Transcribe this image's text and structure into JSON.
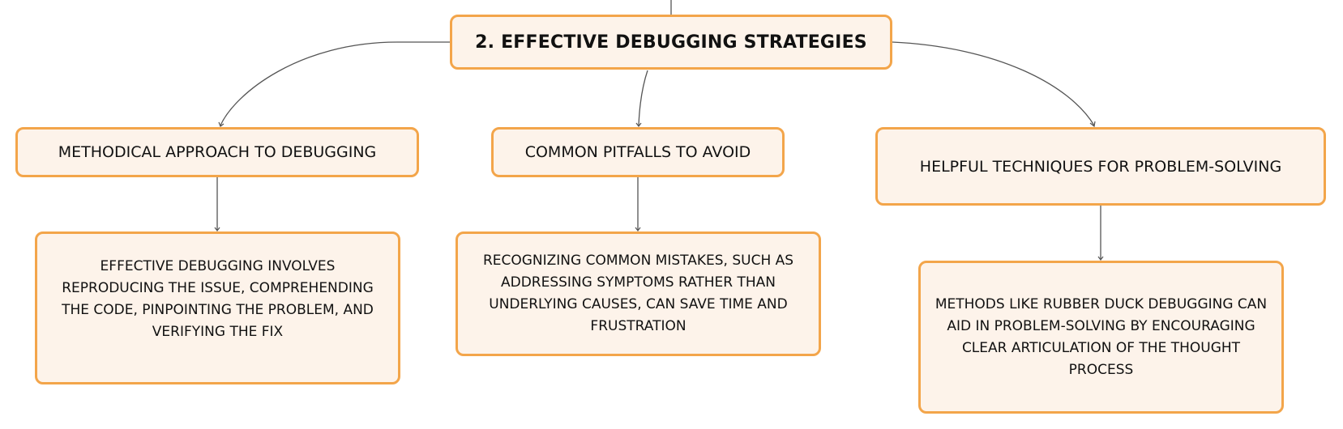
{
  "root": {
    "label": "2. EFFECTIVE DEBUGGING STRATEGIES"
  },
  "branches": [
    {
      "label": "METHODICAL APPROACH TO DEBUGGING",
      "detail": "EFFECTIVE DEBUGGING INVOLVES REPRODUCING THE ISSUE, COMPREHENDING THE CODE, PINPOINTING THE PROBLEM, AND VERIFYING THE FIX"
    },
    {
      "label": "COMMON PITFALLS TO AVOID",
      "detail": "RECOGNIZING COMMON MISTAKES, SUCH AS ADDRESSING SYMPTOMS RATHER THAN UNDERLYING CAUSES, CAN SAVE TIME AND FRUSTRATION"
    },
    {
      "label": "HELPFUL TECHNIQUES FOR PROBLEM-SOLVING",
      "detail": "METHODS LIKE RUBBER DUCK DEBUGGING CAN AID IN PROBLEM-SOLVING BY ENCOURAGING CLEAR ARTICULATION OF THE THOUGHT PROCESS"
    }
  ],
  "colors": {
    "node_fill": "#fdf3ea",
    "node_border": "#f3a54a",
    "connector": "#555555"
  }
}
